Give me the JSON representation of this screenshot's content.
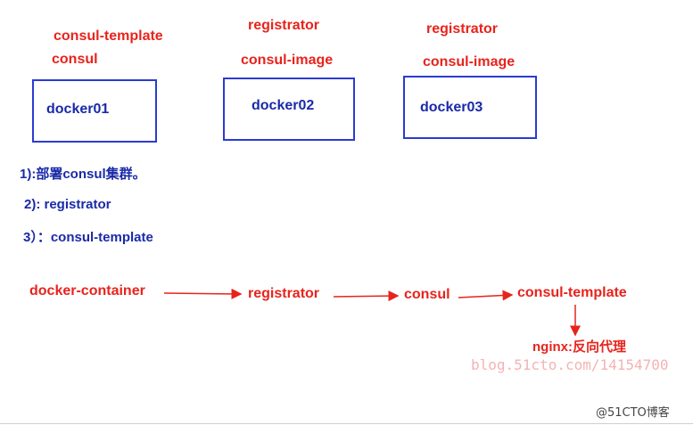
{
  "top_labels": {
    "consul_template": "consul-template",
    "consul": "consul",
    "registrator_2": "registrator",
    "consul_image_2": "consul-image",
    "registrator_3": "registrator",
    "consul_image_3": "consul-image"
  },
  "hosts": [
    {
      "label": "docker01"
    },
    {
      "label": "docker02"
    },
    {
      "label": "docker03"
    }
  ],
  "steps": [
    {
      "text": "1):部署consul集群。"
    },
    {
      "text": "2): registrator"
    },
    {
      "text": "3）：consul-template"
    }
  ],
  "flow": [
    {
      "label": "docker-container"
    },
    {
      "label": "registrator"
    },
    {
      "label": "consul"
    },
    {
      "label": "consul-template"
    }
  ],
  "nginx_label": "nginx:反向代理",
  "watermark": "blog.51cto.com/14154700",
  "footer": "@51CTO博客",
  "colors": {
    "red": "#e8231c",
    "blue": "#1a2aa8",
    "box_border": "#2a3bd1"
  }
}
